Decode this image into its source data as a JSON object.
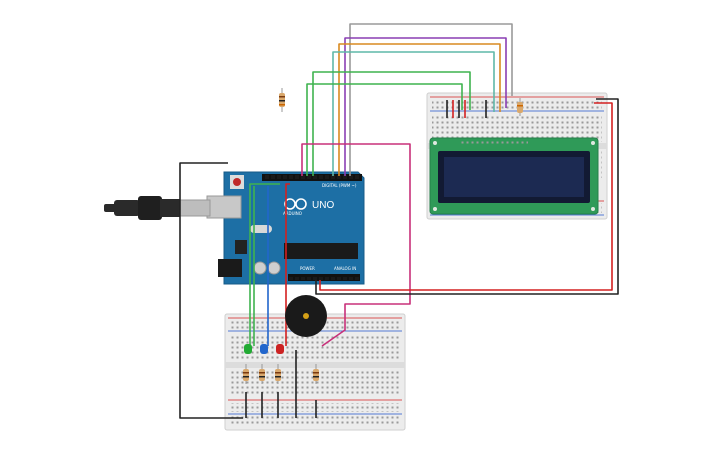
{
  "board": {
    "brand": "ARDUINO",
    "model": "UNO",
    "digital_header": "DIGITAL (PWM ~)",
    "power_header": "POWER",
    "analog_header": "ANALOG IN"
  },
  "colors": {
    "background": "#ffffff",
    "arduino_blue": "#1d6fa5",
    "breadboard": "#ececec",
    "lcd_pcb": "#2f9a58",
    "lcd_screen": "#1c2a52",
    "wire_green": "#3fb34f",
    "wire_purple": "#8a3fb4",
    "wire_orange": "#d98a20",
    "wire_teal": "#5fb8a8",
    "wire_gray": "#9a9a9a",
    "wire_pink": "#c8307a",
    "wire_red": "#d42020",
    "wire_black": "#222222",
    "led_green": "#22aa33",
    "led_blue": "#2266cc",
    "led_red": "#cc2222"
  },
  "components": [
    "usb-cable-icon",
    "arduino-uno-board",
    "lcd-16x2-display",
    "breadboard-top-right",
    "breadboard-bottom-left",
    "piezo-buzzer",
    "led-green",
    "led-blue",
    "led-red",
    "resistor-loose"
  ]
}
